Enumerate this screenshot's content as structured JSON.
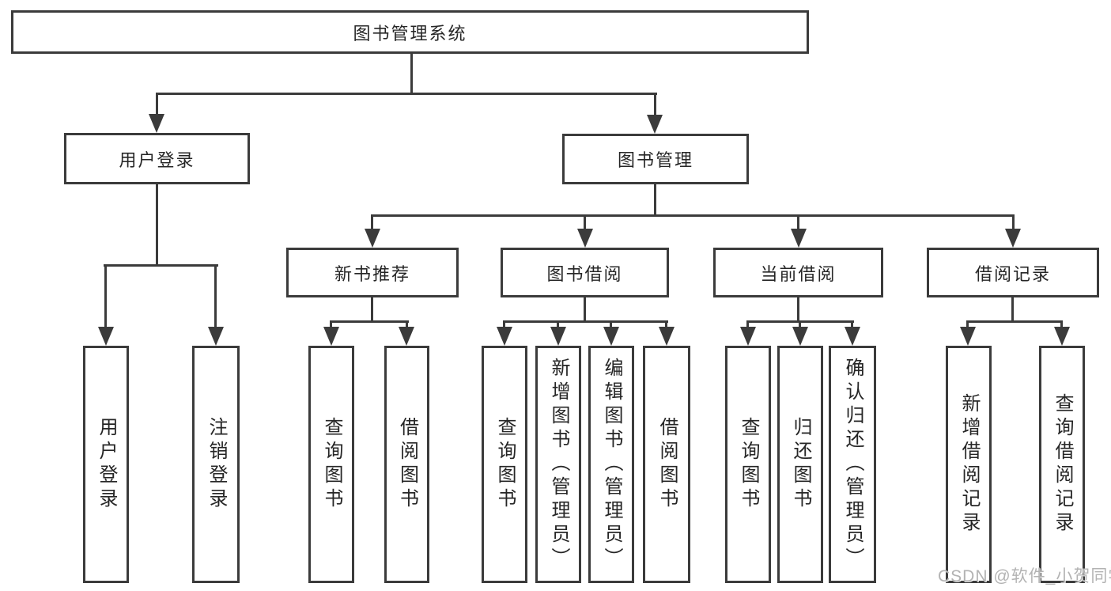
{
  "diagram": {
    "root": {
      "label": "图书管理系统"
    },
    "level2": {
      "user_login": {
        "label": "用户登录"
      },
      "book_mgmt": {
        "label": "图书管理"
      }
    },
    "level3": {
      "new_book_rec": {
        "label": "新书推荐"
      },
      "book_borrow": {
        "label": "图书借阅"
      },
      "current_borrow": {
        "label": "当前借阅"
      },
      "borrow_record": {
        "label": "借阅记录"
      }
    },
    "leaves": {
      "user_login": [
        "用户登录",
        "注销登录"
      ],
      "new_book_rec": [
        "查询图书",
        "借阅图书"
      ],
      "book_borrow": [
        "查询图书",
        "新增图书（管理员）",
        "编辑图书（管理员）",
        "借阅图书"
      ],
      "current_borrow": [
        "查询图书",
        "归还图书",
        "确认归还（管理员）"
      ],
      "borrow_record": [
        "新增借阅记录",
        "查询借阅记录"
      ]
    }
  },
  "watermark": "CSDN @软件_小贺同学",
  "colors": {
    "line": "#3b3b3b",
    "text": "#262626",
    "watermark": "#b3b3b3",
    "background": "#ffffff"
  }
}
